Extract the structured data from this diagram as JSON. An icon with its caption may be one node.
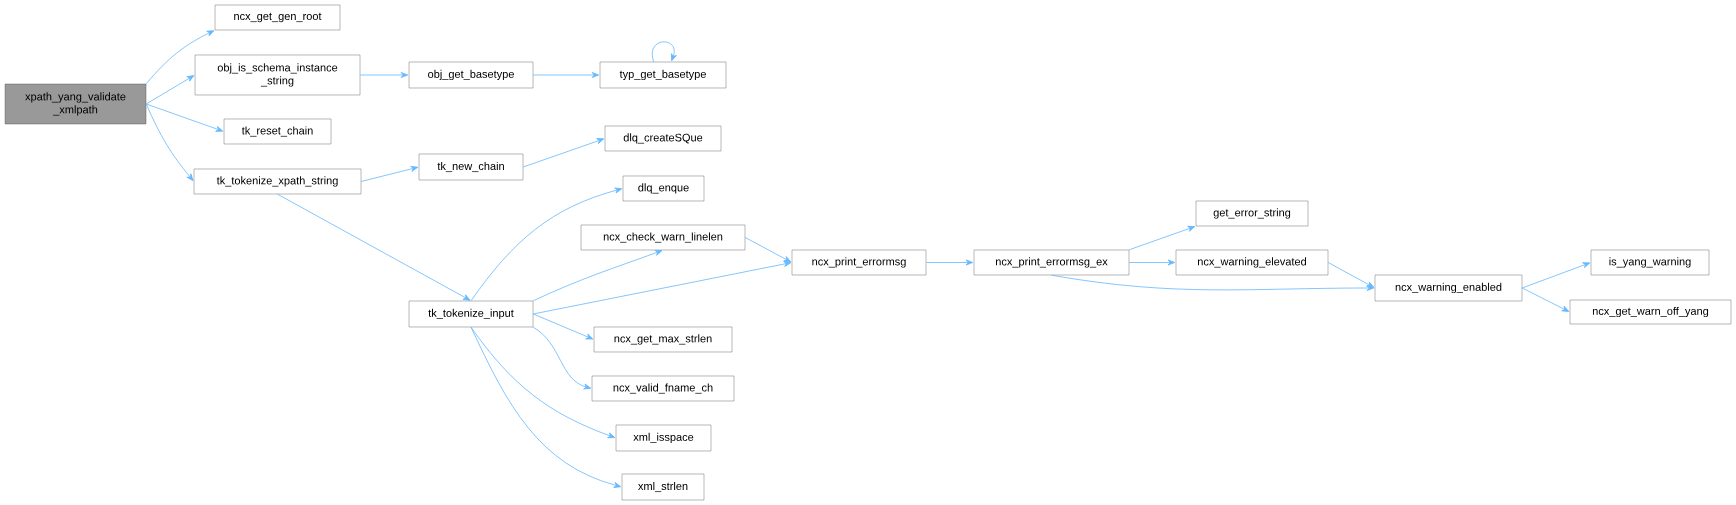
{
  "diagram": {
    "nodes": [
      {
        "text": [
          "xpath_yang_validate _xmlpath"
        ]
      },
      {
        "text": [
          "ncx_get_gen_root"
        ]
      },
      {
        "text": [
          "obj_is_schema_instance _string"
        ]
      },
      {
        "text": [
          "tk_reset_chain"
        ]
      },
      {
        "text": [
          "tk_tokenize_xpath_string"
        ]
      },
      {
        "text": [
          "obj_get_basetype"
        ]
      },
      {
        "text": [
          "typ_get_basetype"
        ]
      },
      {
        "text": [
          "tk_new_chain"
        ]
      },
      {
        "text": [
          "dlq_createSQue"
        ]
      },
      {
        "text": [
          "dlq_enque"
        ]
      },
      {
        "text": [
          "ncx_check_warn_linelen"
        ]
      },
      {
        "text": [
          "tk_tokenize_input"
        ]
      },
      {
        "text": [
          "ncx_get_max_strlen"
        ]
      },
      {
        "text": [
          "ncx_valid_fname_ch"
        ]
      },
      {
        "text": [
          "xml_isspace"
        ]
      },
      {
        "text": [
          "xml_strlen"
        ]
      },
      {
        "text": [
          "ncx_print_errormsg"
        ]
      },
      {
        "text": [
          "ncx_print_errormsg_ex"
        ]
      },
      {
        "text": [
          "get_error_string"
        ]
      },
      {
        "text": [
          "ncx_warning_elevated"
        ]
      },
      {
        "text": [
          "ncx_warning_enabled"
        ]
      },
      {
        "text": [
          "is_yang_warning"
        ]
      },
      {
        "text": [
          "ncx_get_warn_off_yang"
        ]
      }
    ],
    "edges": [
      {
        "from": 0,
        "to": 1,
        "arrow": "to"
      },
      {
        "from": 0,
        "to": 2,
        "arrow": "to"
      },
      {
        "from": 0,
        "to": 3,
        "arrow": "to"
      },
      {
        "from": 0,
        "to": 4,
        "arrow": "to"
      },
      {
        "from": 2,
        "to": 5,
        "arrow": "to"
      },
      {
        "from": 5,
        "to": 6,
        "arrow": "to"
      },
      {
        "from": 6,
        "to": 6,
        "arrow": "to"
      },
      {
        "from": 4,
        "to": 7,
        "arrow": "to"
      },
      {
        "from": 7,
        "to": 8,
        "arrow": "to"
      },
      {
        "from": 4,
        "to": 11,
        "arrow": "to"
      },
      {
        "from": 11,
        "to": 9,
        "arrow": "to"
      },
      {
        "from": 11,
        "to": 10,
        "arrow": "to"
      },
      {
        "from": 11,
        "to": 16,
        "arrow": "to"
      },
      {
        "from": 11,
        "to": 12,
        "arrow": "to"
      },
      {
        "from": 11,
        "to": 13,
        "arrow": "to"
      },
      {
        "from": 11,
        "to": 14,
        "arrow": "to"
      },
      {
        "from": 11,
        "to": 15,
        "arrow": "to"
      },
      {
        "from": 10,
        "to": 16,
        "arrow": "to"
      },
      {
        "from": 16,
        "to": 17,
        "arrow": "to"
      },
      {
        "from": 17,
        "to": 18,
        "arrow": "to"
      },
      {
        "from": 17,
        "to": 19,
        "arrow": "to"
      },
      {
        "from": 17,
        "to": 20,
        "arrow": "to"
      },
      {
        "from": 19,
        "to": 20,
        "arrow": "to"
      },
      {
        "from": 20,
        "to": 21,
        "arrow": "to"
      },
      {
        "from": 20,
        "to": 22,
        "arrow": "to"
      }
    ]
  }
}
